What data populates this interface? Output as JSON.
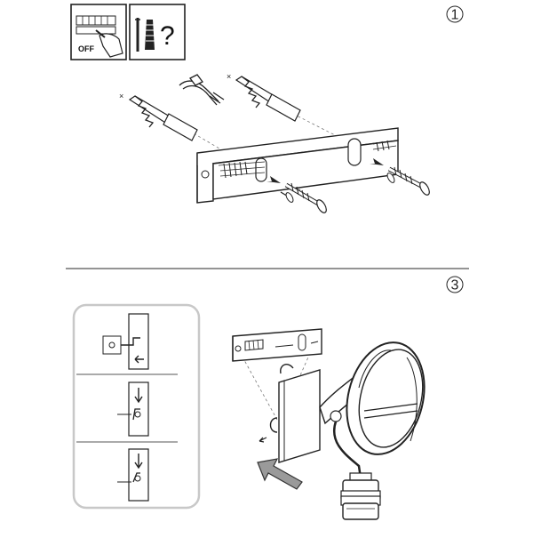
{
  "steps": {
    "step1": {
      "number": "1"
    },
    "step3": {
      "number": "3"
    }
  },
  "icons": {
    "power_off": {
      "label": "OFF",
      "icon": "breaker-switch-icon"
    },
    "tools": {
      "label": "?",
      "icon": "screw-anchor-question-icon"
    }
  },
  "colors": {
    "line": "#222222",
    "divider": "#555555",
    "inset_border": "#c8c8c8",
    "arrow_fill": "#9a9a9a",
    "dashed": "#777777"
  }
}
